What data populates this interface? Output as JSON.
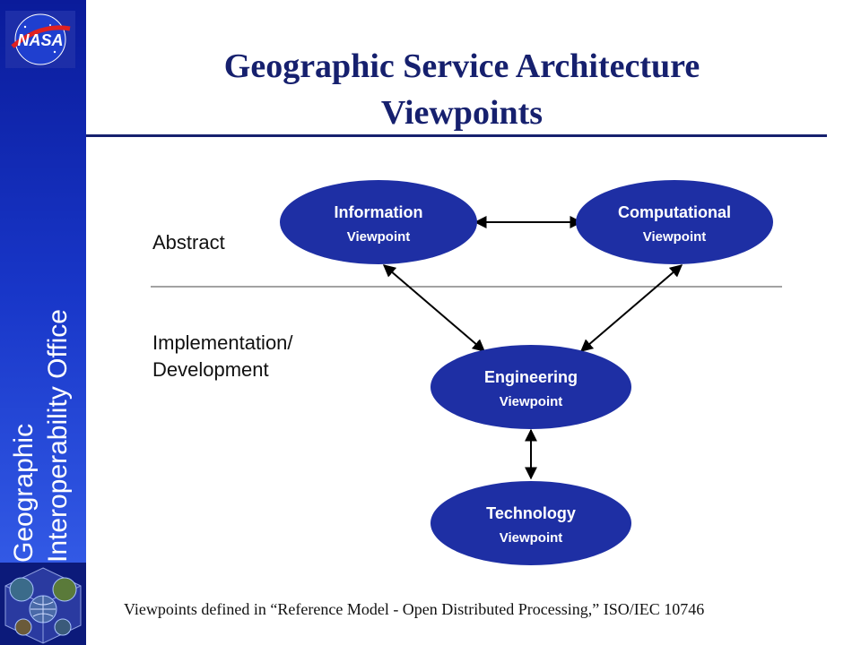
{
  "sidebar": {
    "org_line1": "Geographic",
    "org_line2": "Interoperability Office",
    "logo_text": "NASA",
    "logo_icon": "nasa-meatball-logo",
    "globe_icon": "globe-cube-logo"
  },
  "title": {
    "line1": "Geographic Service Architecture",
    "line2": "Viewpoints"
  },
  "levels": {
    "abstract": "Abstract",
    "implementation_line1": "Implementation/",
    "implementation_line2": "Development"
  },
  "nodes": {
    "information": {
      "name": "Information",
      "sub": "Viewpoint"
    },
    "computational": {
      "name": "Computational",
      "sub": "Viewpoint"
    },
    "engineering": {
      "name": "Engineering",
      "sub": "Viewpoint"
    },
    "technology": {
      "name": "Technology",
      "sub": "Viewpoint"
    }
  },
  "footer": "Viewpoints defined in “Reference Model - Open Distributed Processing,”  ISO/IEC 10746",
  "colors": {
    "sidebar": "#1836c8",
    "node_fill": "#1e2fa4",
    "title": "#16206e"
  }
}
